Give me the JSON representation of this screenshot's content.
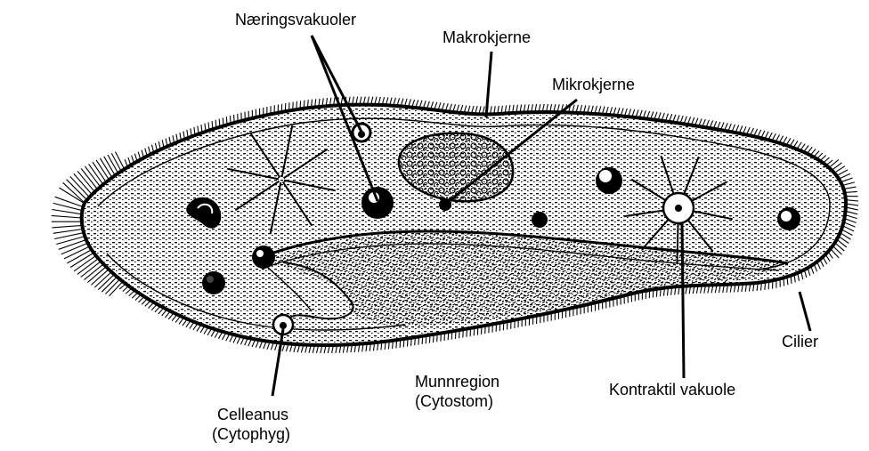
{
  "labels": {
    "naeringsvakuoler": "Næringsvakuoler",
    "makrokjerne": "Makrokjerne",
    "mikrokjerne": "Mikrokjerne",
    "cilier": "Cilier",
    "kontraktil_vakuole": "Kontraktil vakuole",
    "munnregion": "Munnregion",
    "munnregion_sub": "(Cytostom)",
    "celleanus": "Celleanus",
    "celleanus_sub": "(Cytophyg)"
  },
  "colors": {
    "ink": "#000000",
    "background": "#ffffff",
    "vacuole_fill": "#ffffff"
  }
}
